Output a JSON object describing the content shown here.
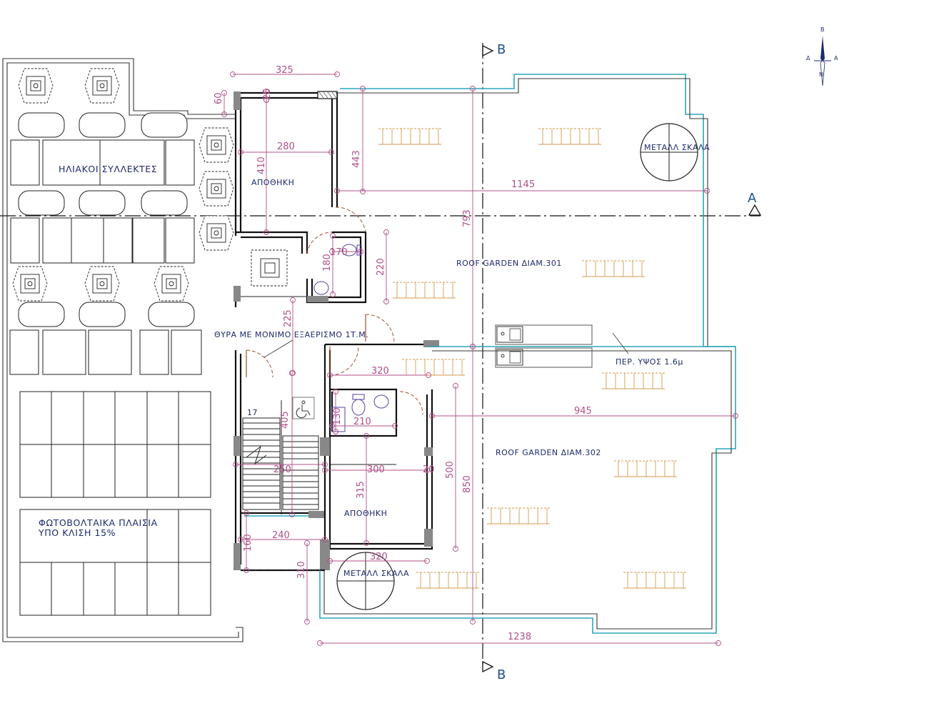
{
  "labels": {
    "storage_north": "ΑΠΟΘΗΚΗ",
    "storage_south": "ΑΠΟΘΗΚΗ",
    "solar_collectors": "ΗΛΙΑΚΟΙ ΣΥΛΛΕΚΤΕΣ",
    "door_note": "ΘΥΡΑ ΜΕ ΜΟΝΙΜΟ ΕΞΑΕΡΙΣΜΟ 1Τ.Μ.",
    "roof_garden_301": "ROOF GARDEN ΔΙΑΜ.301",
    "roof_garden_302": "ROOF GARDEN ΔΙΑΜ.302",
    "metal_stair_east": "ΜΕΤΑΛΛ ΣΚΑΛΑ",
    "metal_stair_south": "ΜΕΤΑΛΛ ΣΚΑΛΑ",
    "height_note": "ΠΕΡ. ΥΨΟΣ 1.6μ",
    "pv_line1": "ΦΩΤΟΒΟΛΤΑΙΚΑ ΠΛΑΙΣΙΑ",
    "pv_line2": "ΥΠΟ ΚΛΙΣΗ 15%",
    "stair_count": "17"
  },
  "section_marks": {
    "b_top": "B",
    "b_bottom": "B",
    "a_right": "A"
  },
  "compass": {
    "north": "B",
    "south": "N",
    "west": "Δ",
    "east": "A"
  },
  "dimensions": {
    "d325": "325",
    "d60": "60",
    "d25": "25",
    "d280": "280",
    "d410": "410",
    "d443": "443",
    "d1145": "1145",
    "d793": "793",
    "d170": "170",
    "d180": "180",
    "d220": "220",
    "d225": "225",
    "d320a": "320",
    "d130": "130",
    "d210": "210",
    "d405": "405",
    "d945": "945",
    "d250": "250",
    "d300": "300",
    "d20": "20",
    "d500": "500",
    "d315": "315",
    "d850": "850",
    "d240": "240",
    "d160": "160",
    "d320b": "320",
    "d310": "310",
    "d1238": "1238"
  },
  "colors": {
    "dimension": "#b0508a",
    "label": "#1c2a6e",
    "parapet": "#2aa7b8",
    "planting": "#d39b4d"
  }
}
